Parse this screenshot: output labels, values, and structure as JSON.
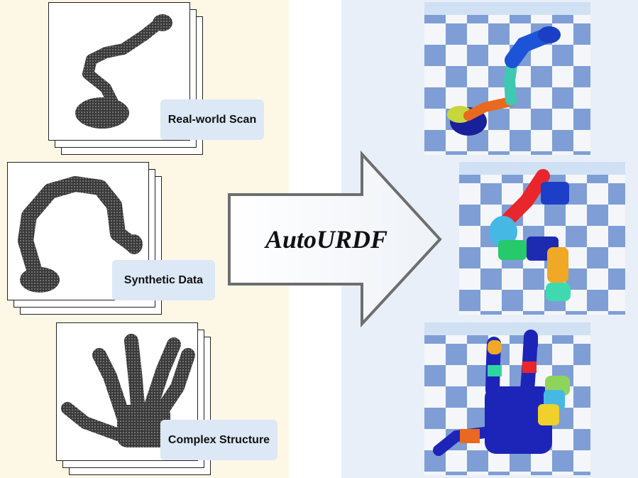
{
  "inputs": [
    {
      "label": "Real-world Scan"
    },
    {
      "label": "Synthetic Data"
    },
    {
      "label": "Complex Structure"
    }
  ],
  "method": {
    "label": "AutoURDF"
  },
  "outputs": [
    {
      "icon": "segmented-robot-arm-icon"
    },
    {
      "icon": "segmented-robot-arm-icon"
    },
    {
      "icon": "segmented-robot-hand-icon"
    }
  ]
}
